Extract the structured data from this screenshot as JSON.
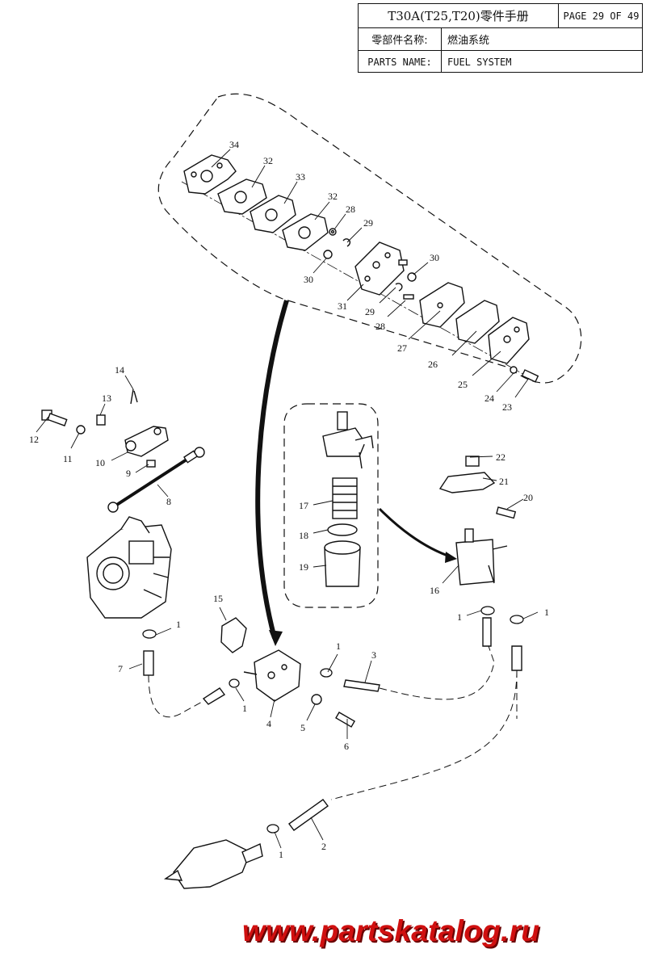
{
  "title_block": {
    "manual_title": "T30A(T25,T20)零件手册",
    "page_label": "PAGE 29 OF 49",
    "parts_name_cn_label": "零部件名称:",
    "parts_name_cn_value": "燃油系统",
    "parts_name_en_label": "PARTS NAME:",
    "parts_name_en_value": "FUEL SYSTEM"
  },
  "callouts": [
    {
      "id": "c34",
      "text": "34"
    },
    {
      "id": "c32a",
      "text": "32"
    },
    {
      "id": "c33",
      "text": "33"
    },
    {
      "id": "c32b",
      "text": "32"
    },
    {
      "id": "c28a",
      "text": "28"
    },
    {
      "id": "c29a",
      "text": "29"
    },
    {
      "id": "c30a",
      "text": "30"
    },
    {
      "id": "c30b",
      "text": "30"
    },
    {
      "id": "c31",
      "text": "31"
    },
    {
      "id": "c29b",
      "text": "29"
    },
    {
      "id": "c28b",
      "text": "28"
    },
    {
      "id": "c27",
      "text": "27"
    },
    {
      "id": "c26",
      "text": "26"
    },
    {
      "id": "c25",
      "text": "25"
    },
    {
      "id": "c24",
      "text": "24"
    },
    {
      "id": "c23",
      "text": "23"
    },
    {
      "id": "c14",
      "text": "14"
    },
    {
      "id": "c13",
      "text": "13"
    },
    {
      "id": "c12",
      "text": "12"
    },
    {
      "id": "c11",
      "text": "11"
    },
    {
      "id": "c10",
      "text": "10"
    },
    {
      "id": "c9",
      "text": "9"
    },
    {
      "id": "c8",
      "text": "8"
    },
    {
      "id": "c17",
      "text": "17"
    },
    {
      "id": "c18",
      "text": "18"
    },
    {
      "id": "c19",
      "text": "19"
    },
    {
      "id": "c22",
      "text": "22"
    },
    {
      "id": "c21",
      "text": "21"
    },
    {
      "id": "c20",
      "text": "20"
    },
    {
      "id": "c16",
      "text": "16"
    },
    {
      "id": "c1a",
      "text": "1"
    },
    {
      "id": "c1b",
      "text": "1"
    },
    {
      "id": "c1c",
      "text": "1"
    },
    {
      "id": "c15",
      "text": "15"
    },
    {
      "id": "c1d",
      "text": "1"
    },
    {
      "id": "c3",
      "text": "3"
    },
    {
      "id": "c7",
      "text": "7"
    },
    {
      "id": "c1e",
      "text": "1"
    },
    {
      "id": "c4",
      "text": "4"
    },
    {
      "id": "c5",
      "text": "5"
    },
    {
      "id": "c6",
      "text": "6"
    },
    {
      "id": "c1f",
      "text": "1"
    },
    {
      "id": "c2",
      "text": "2"
    }
  ],
  "watermark": "www.partskatalog.ru",
  "colors": {
    "line": "#111111",
    "watermark": "#d01010"
  }
}
